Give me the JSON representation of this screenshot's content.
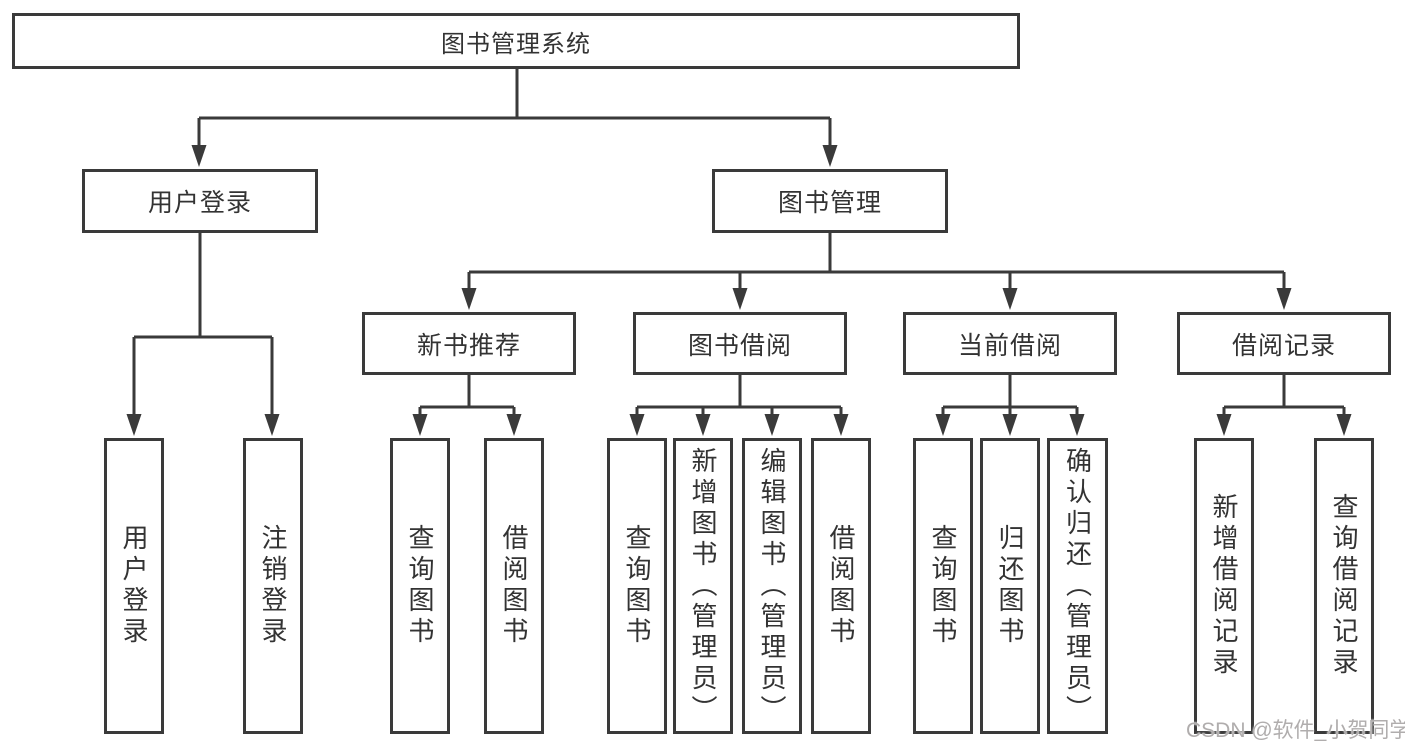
{
  "colors": {
    "line": "#3a3a3a",
    "text": "#333333",
    "watermark": "#b0adad",
    "background": "#ffffff"
  },
  "watermark": {
    "text": "CSDN @软件_小贺同学"
  },
  "tree": {
    "root": {
      "label": "图书管理系统",
      "children": [
        {
          "label": "用户登录",
          "children": [
            {
              "label": "用户登录"
            },
            {
              "label": "注销登录"
            }
          ]
        },
        {
          "label": "图书管理",
          "children": [
            {
              "label": "新书推荐",
              "children": [
                {
                  "label": "查询图书"
                },
                {
                  "label": "借阅图书"
                }
              ]
            },
            {
              "label": "图书借阅",
              "children": [
                {
                  "label": "查询图书"
                },
                {
                  "label": "新增图书（管理员）"
                },
                {
                  "label": "编辑图书（管理员）"
                },
                {
                  "label": "借阅图书"
                }
              ]
            },
            {
              "label": "当前借阅",
              "children": [
                {
                  "label": "查询图书"
                },
                {
                  "label": "归还图书"
                },
                {
                  "label": "确认归还（管理员）"
                }
              ]
            },
            {
              "label": "借阅记录",
              "children": [
                {
                  "label": "新增借阅记录"
                },
                {
                  "label": "查询借阅记录"
                }
              ]
            }
          ]
        }
      ]
    }
  }
}
